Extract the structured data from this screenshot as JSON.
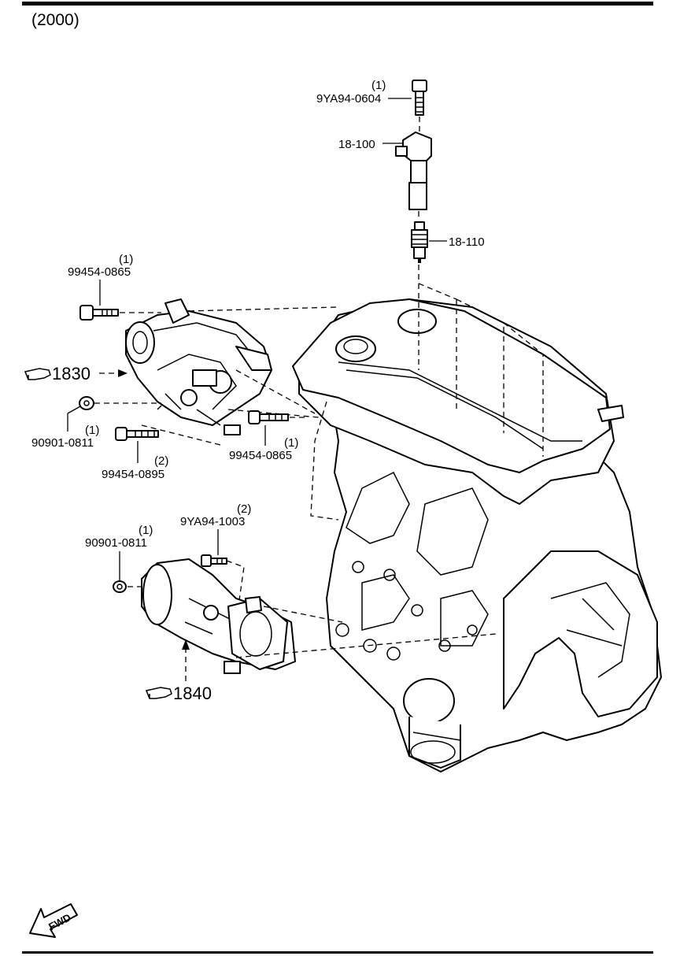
{
  "header": {
    "year_label": "(2000)"
  },
  "callouts": {
    "bolt_coil": {
      "part_no": "9YA94-0604",
      "qty": "(1)"
    },
    "ignition_coil": {
      "part_no": "18-100"
    },
    "spark_plug": {
      "part_no": "18-110"
    },
    "alternator_bolt_top": {
      "part_no": "99454-0865",
      "qty": "(1)"
    },
    "alternator_ref": {
      "ref": "1830"
    },
    "alternator_nut": {
      "part_no": "90901-0811",
      "qty": "(1)"
    },
    "alternator_bolt_long": {
      "part_no": "99454-0895",
      "qty": "(2)"
    },
    "alternator_bolt_right": {
      "part_no": "99454-0865",
      "qty": "(1)"
    },
    "starter_bolt": {
      "part_no": "9YA94-1003",
      "qty": "(2)"
    },
    "starter_nut": {
      "part_no": "90901-0811",
      "qty": "(1)"
    },
    "starter_ref": {
      "ref": "1840"
    }
  },
  "fwd_indicator": {
    "label": "FWD"
  },
  "icons": [
    "pointing-hand-icon",
    "fwd-arrow-icon"
  ]
}
